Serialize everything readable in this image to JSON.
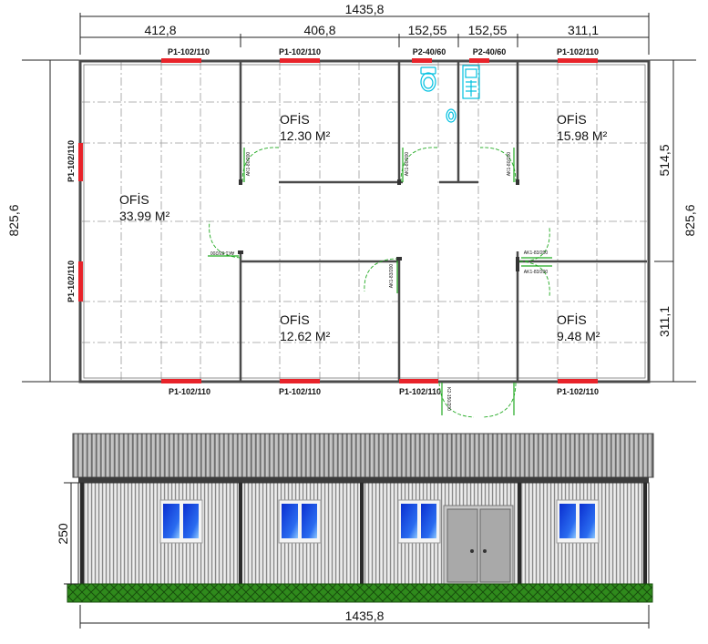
{
  "dimensions": {
    "total_width": "1435,8",
    "segments": [
      "412,8",
      "406,8",
      "152,55",
      "152,55",
      "311,1"
    ],
    "total_depth": "825,6",
    "right_upper": "514,5",
    "right_lower": "311,1",
    "elevation_height": "250"
  },
  "labels": {
    "top_windows": [
      "P1-102/110",
      "P1-102/110",
      "P2-40/60",
      "P2-40/60",
      "P1-102/110"
    ],
    "bottom_windows": [
      "P1-102/110",
      "P1-102/110",
      "P1-102/110",
      "P1-102/110"
    ],
    "left_windows": [
      "P1-102/110",
      "P1-102/110"
    ],
    "doors": {
      "d1": "AK1-80/200",
      "d2": "AK1-80/200",
      "d3": "AK1-80/200",
      "d4": "AK1-83/200",
      "d5": "AK1-83/200",
      "d6": "AK1-83/200",
      "d7": "AK1-83/200",
      "entrance": "K2-150/200"
    }
  },
  "rooms": [
    {
      "name": "OFİS",
      "area": "33.99 M²"
    },
    {
      "name": "OFİS",
      "area": "12.30 M²"
    },
    {
      "name": "OFİS",
      "area": "15.98 M²"
    },
    {
      "name": "OFİS",
      "area": "12.62 M²"
    },
    {
      "name": "OFİS",
      "area": "9.48 M²"
    }
  ],
  "colors": {
    "window": "#e8232a",
    "door_swing": "#22aa22",
    "fixture": "#00c0e0",
    "grass": "#2f8a1c",
    "glass": "#1f4fe0"
  }
}
